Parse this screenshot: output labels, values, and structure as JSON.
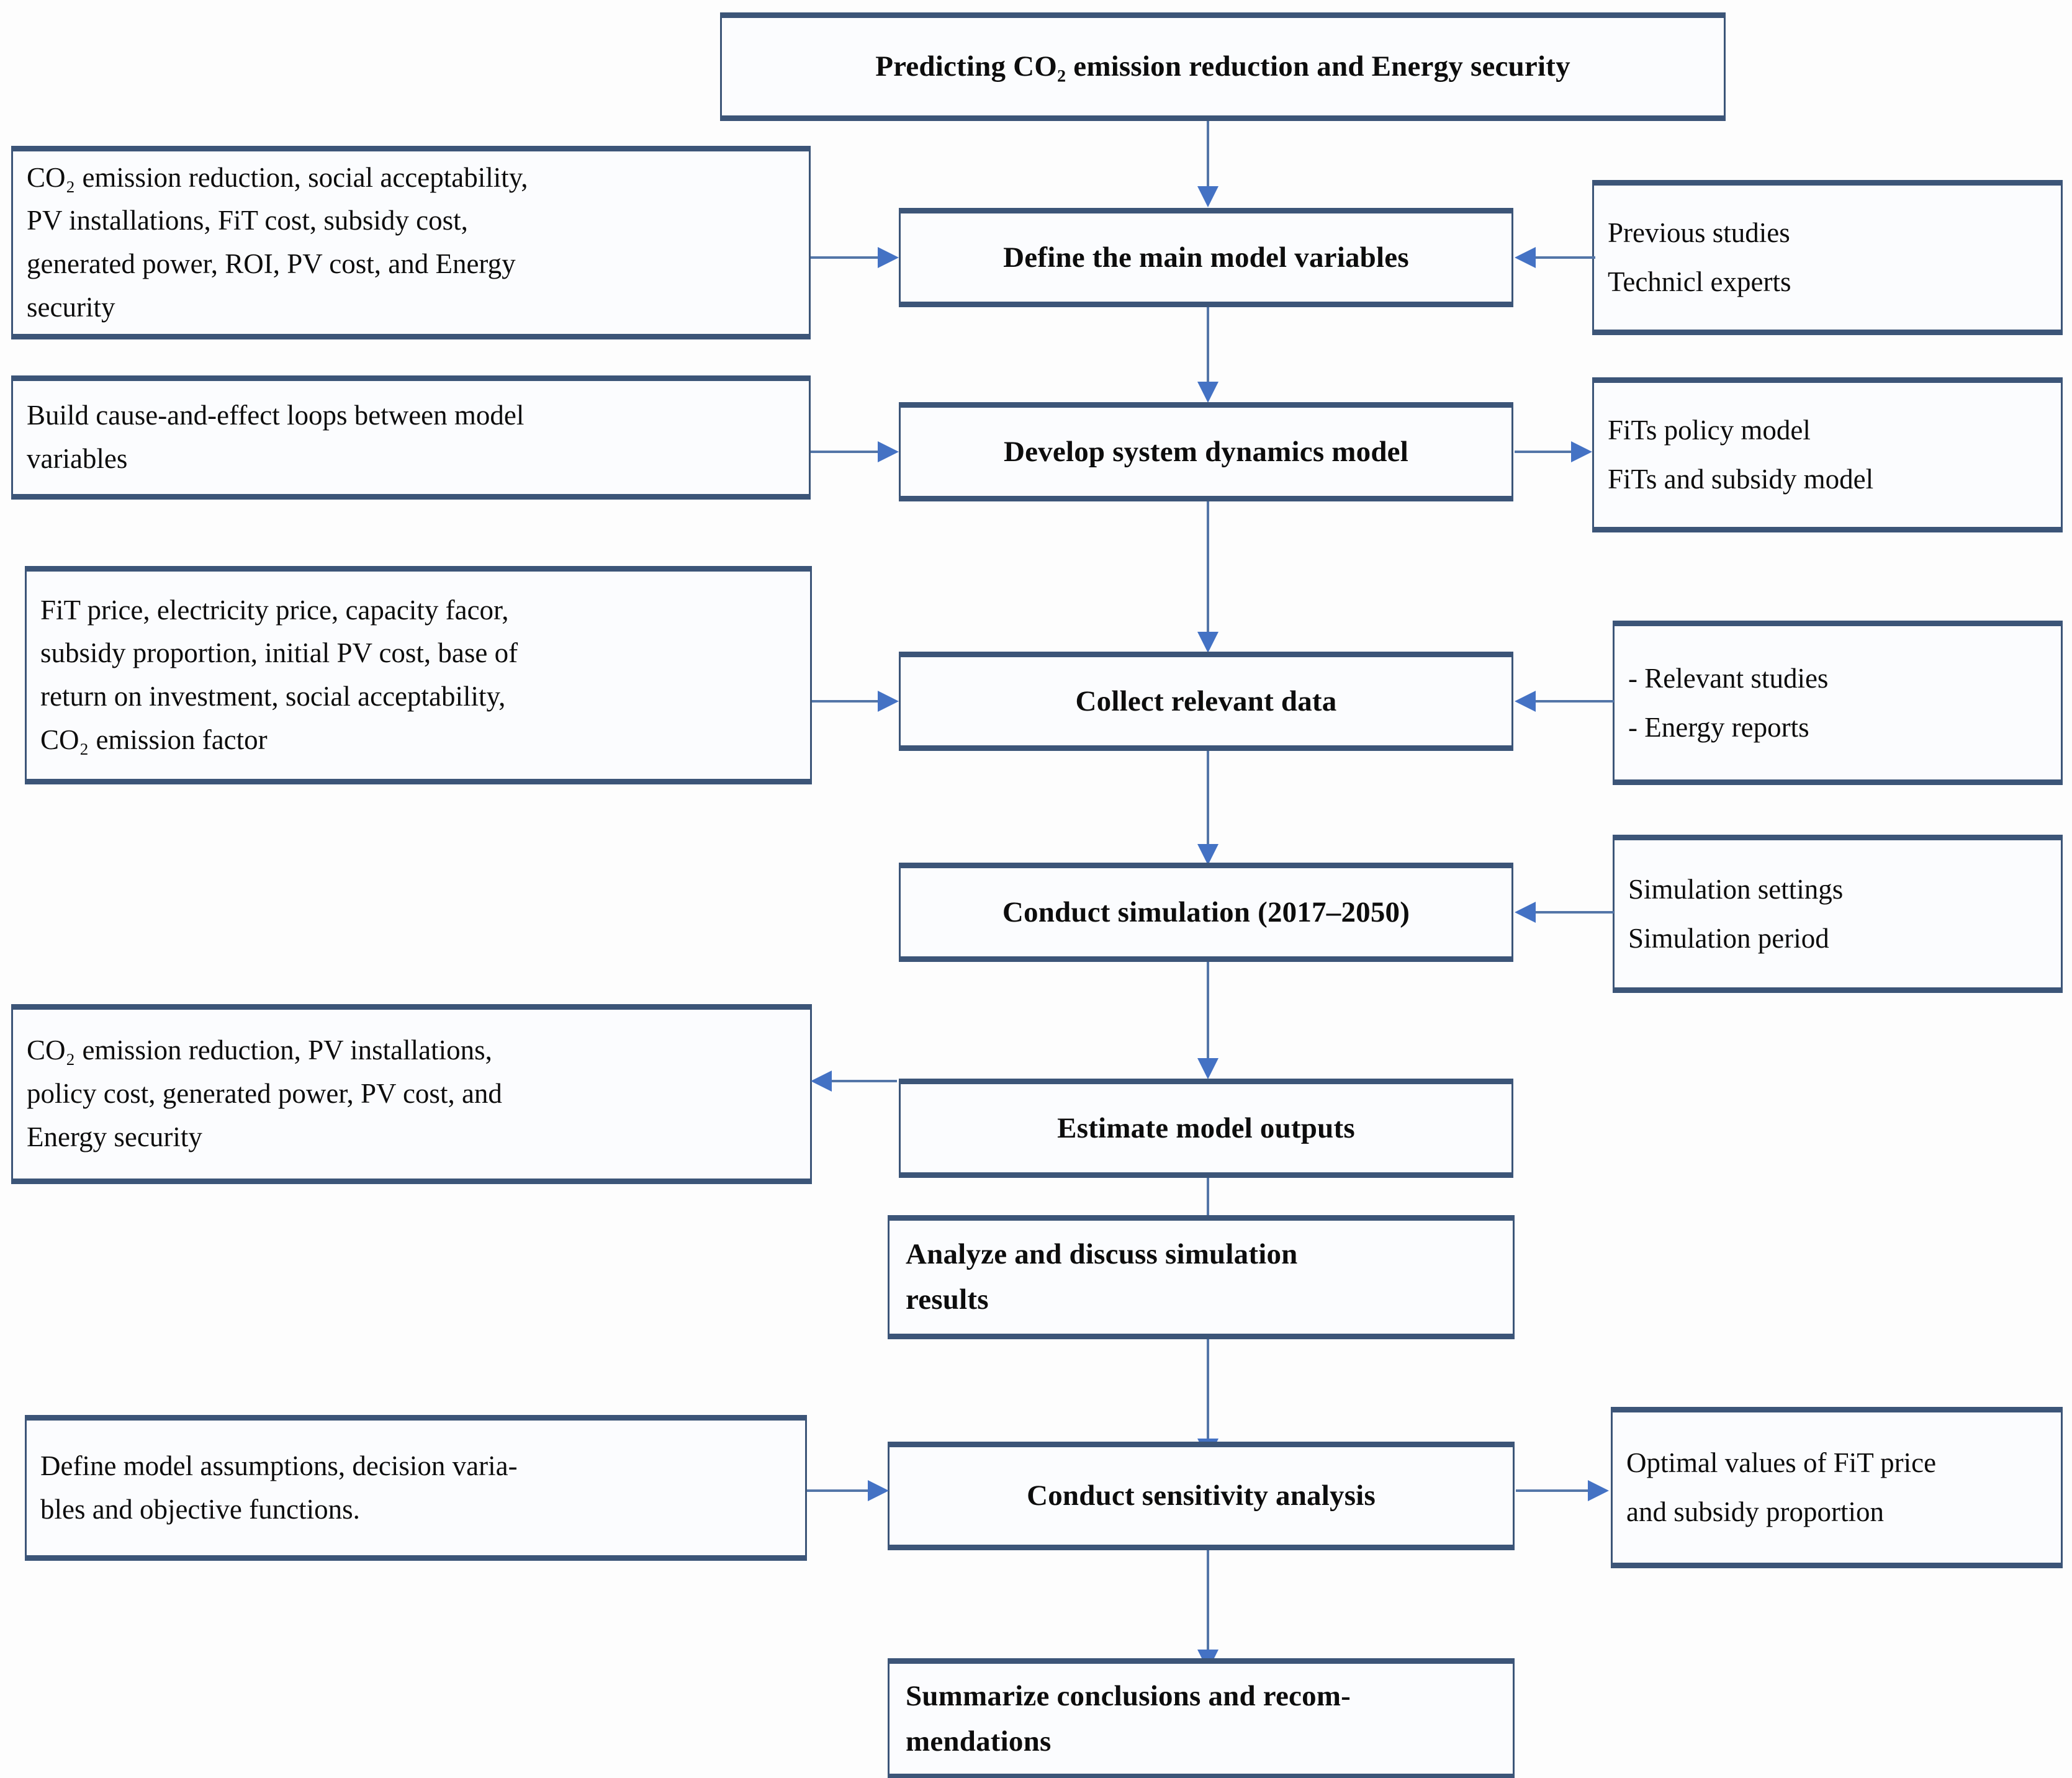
{
  "diagram": {
    "title_box": {
      "label": "Predicting CO₂ emission reduction and Energy security"
    },
    "process_steps": [
      {
        "id": "define-variables",
        "label": "Define the main model variables"
      },
      {
        "id": "develop-model",
        "label": "Develop system dynamics model"
      },
      {
        "id": "collect-data",
        "label": "Collect relevant data"
      },
      {
        "id": "conduct-simulation",
        "label": "Conduct simulation (2017–2050)"
      },
      {
        "id": "estimate-outputs",
        "label": "Estimate model outputs"
      },
      {
        "id": "analyze-results",
        "label": "Analyze and discuss simulation\nresults"
      },
      {
        "id": "sensitivity-analysis",
        "label": "Conduct sensitivity analysis"
      },
      {
        "id": "summarize",
        "label": "Summarize conclusions and recom-\nmendations"
      }
    ],
    "left_inputs": [
      {
        "id": "model-variables-list",
        "label": "CO₂ emission reduction, social acceptability,\nPV installations, FiT cost, subsidy cost,\ngenerated power, ROI, PV cost, and Energy\nsecurity"
      },
      {
        "id": "causal-loops",
        "label": "Build cause-and-effect loops between model\nvariables"
      },
      {
        "id": "data-parameters",
        "label": "FiT price, electricity price, capacity facor,\nsubsidy proportion, initial PV cost, base of\nreturn on investment, social acceptability,\nCO₂ emission factor"
      },
      {
        "id": "model-outputs-list",
        "label": "CO₂ emission reduction, PV installations,\npolicy cost, generated power, PV cost, and\nEnergy security"
      },
      {
        "id": "assumptions-decision-variables",
        "label": "Define model assumptions, decision varia-\nbles and objective functions."
      }
    ],
    "right_inputs": [
      {
        "id": "sources-experts",
        "label": "Previous studies\nTechnicl experts"
      },
      {
        "id": "policy-models",
        "label": "FiTs policy model\nFiTs and subsidy  model"
      },
      {
        "id": "data-sources",
        "label": "- Relevant studies\n- Energy reports"
      },
      {
        "id": "simulation-config",
        "label": "Simulation settings\nSimulation period"
      },
      {
        "id": "optimal-values",
        "label": "Optimal values of FiT  price\nand subsidy  proportion"
      }
    ],
    "colors": {
      "box_border": "#3c5578",
      "box_fill": "#fbfcfe",
      "arrow_line": "#5476a8",
      "arrow_head": "#4472c4",
      "text": "#0d0d0d"
    }
  }
}
